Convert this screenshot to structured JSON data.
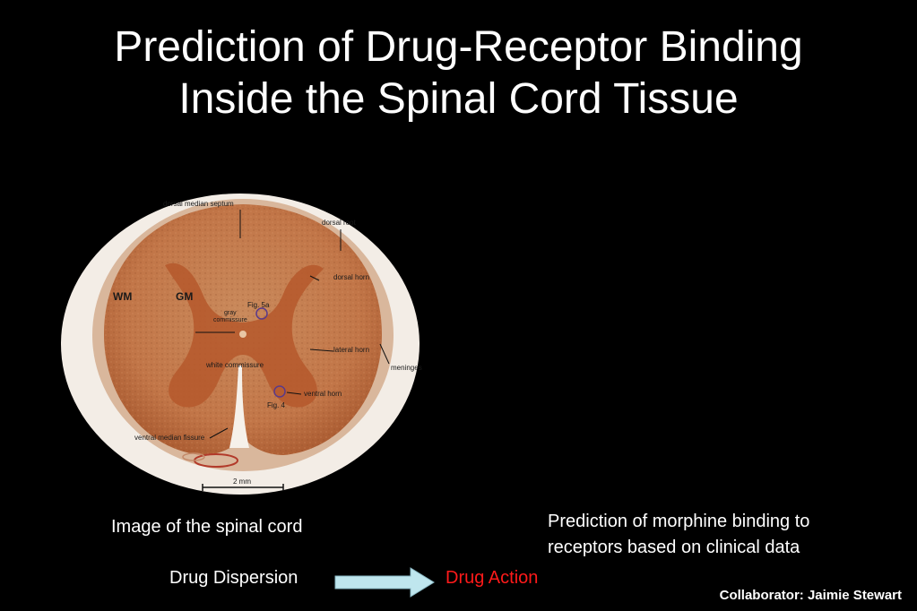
{
  "title_line1": "Prediction of Drug-Receptor Binding",
  "title_line2": "Inside the Spinal Cord Tissue",
  "figure": {
    "labels": {
      "dorsal_median_septum": "dorsal median septum",
      "dorsal_root": "dorsal root",
      "dorsal_horn": "dorsal horn",
      "wm": "WM",
      "gm": "GM",
      "fig5a": "Fig. 5a",
      "gray_commissure_1": "gray",
      "gray_commissure_2": "commissure",
      "lateral_horn": "lateral horn",
      "meninges": "meninges",
      "white_commissure": "white commissure",
      "ventral_horn": "ventral horn",
      "fig4": "Fig. 4",
      "ventral_median_fissure": "ventral median fissure",
      "scale": "2 mm"
    }
  },
  "caption_left": "Image of the spinal cord",
  "caption_right": "Prediction of morphine binding to receptors based on clinical data",
  "flow": {
    "from": "Drug Dispersion",
    "to": "Drug Action",
    "arrow_icon": "right-arrow-icon"
  },
  "credit": "Collaborator: Jaimie Stewart",
  "colors": {
    "background": "#000000",
    "text": "#ffffff",
    "accent": "#ff1a1a",
    "arrow_fill": "#bfe6ee",
    "tissue": "#c8764a"
  }
}
